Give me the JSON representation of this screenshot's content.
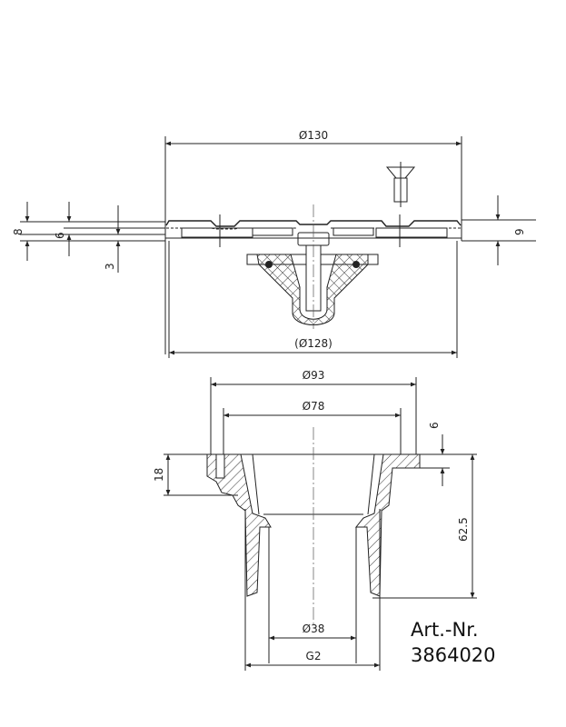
{
  "top_view": {
    "dims": {
      "d130": "Ø130",
      "h8": "8",
      "h6": "6",
      "h3": "3",
      "h9": "9",
      "d128": "(Ø128)"
    }
  },
  "section_view": {
    "dims": {
      "d93": "Ø93",
      "d78": "Ø78",
      "h6": "6",
      "h18": "18",
      "h62_5": "62.5",
      "d38": "Ø38",
      "thread": "G2"
    }
  },
  "title_block": {
    "label": "Art.-Nr.",
    "number": "3864020"
  }
}
